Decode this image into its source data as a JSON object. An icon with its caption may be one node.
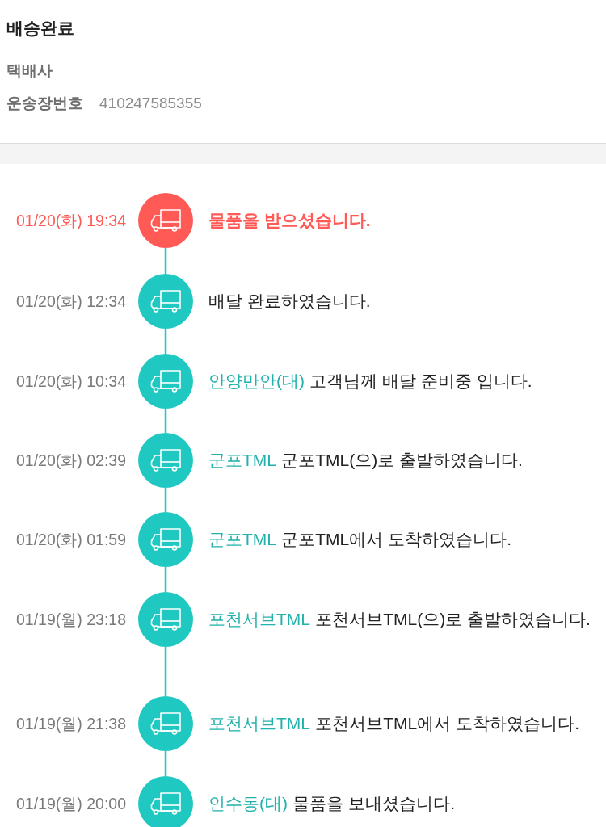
{
  "diagram": {
    "title": "배송완료",
    "nodes": [
      {
        "text": [],
        "shape": "circle",
        "beside": [
          "01/20(화) 19:34",
          "물품을 받으셨습니다."
        ]
      },
      {
        "text": [],
        "shape": "circle",
        "beside": [
          "01/20(화) 12:34",
          "배달 완료하였습니다."
        ]
      },
      {
        "text": [],
        "shape": "circle",
        "beside": [
          "01/20(화) 10:34",
          "안양만안(대)",
          "고객님께 배달 준비중 입니다."
        ]
      },
      {
        "text": [],
        "shape": "circle",
        "beside": [
          "01/20(화) 02:39",
          "군포TML",
          "군포TML(으)로 출발하였습니다."
        ]
      },
      {
        "text": [],
        "shape": "circle",
        "beside": [
          "01/20(화) 01:59",
          "군포TML",
          "군포TML에서 도착하였습니다."
        ]
      },
      {
        "text": [],
        "shape": "circle",
        "beside": [
          "01/19(월) 23:18",
          "포천서브TML",
          "포천서브TML(으)로 출발하였습니다."
        ]
      },
      {
        "text": [],
        "shape": "circle",
        "beside": [
          "01/19(월) 21:38",
          "포천서브TML",
          "포천서브TML에서 도착하였습니다."
        ]
      },
      {
        "text": [],
        "shape": "circle",
        "beside": [
          "01/19(월) 20:00",
          "인수동(대)",
          "물품을 보내셨습니다."
        ]
      }
    ],
    "edges": [
      {
        "from": 0,
        "to": 1,
        "arrow": "none"
      },
      {
        "from": 1,
        "to": 2,
        "arrow": "none"
      },
      {
        "from": 2,
        "to": 3,
        "arrow": "none"
      },
      {
        "from": 3,
        "to": 4,
        "arrow": "none"
      },
      {
        "from": 4,
        "to": 5,
        "arrow": "none"
      },
      {
        "from": 5,
        "to": 6,
        "arrow": "none"
      },
      {
        "from": 6,
        "to": 7,
        "arrow": "none"
      }
    ],
    "labels": [
      "택배사",
      "운송장번호",
      "410247585355"
    ]
  }
}
